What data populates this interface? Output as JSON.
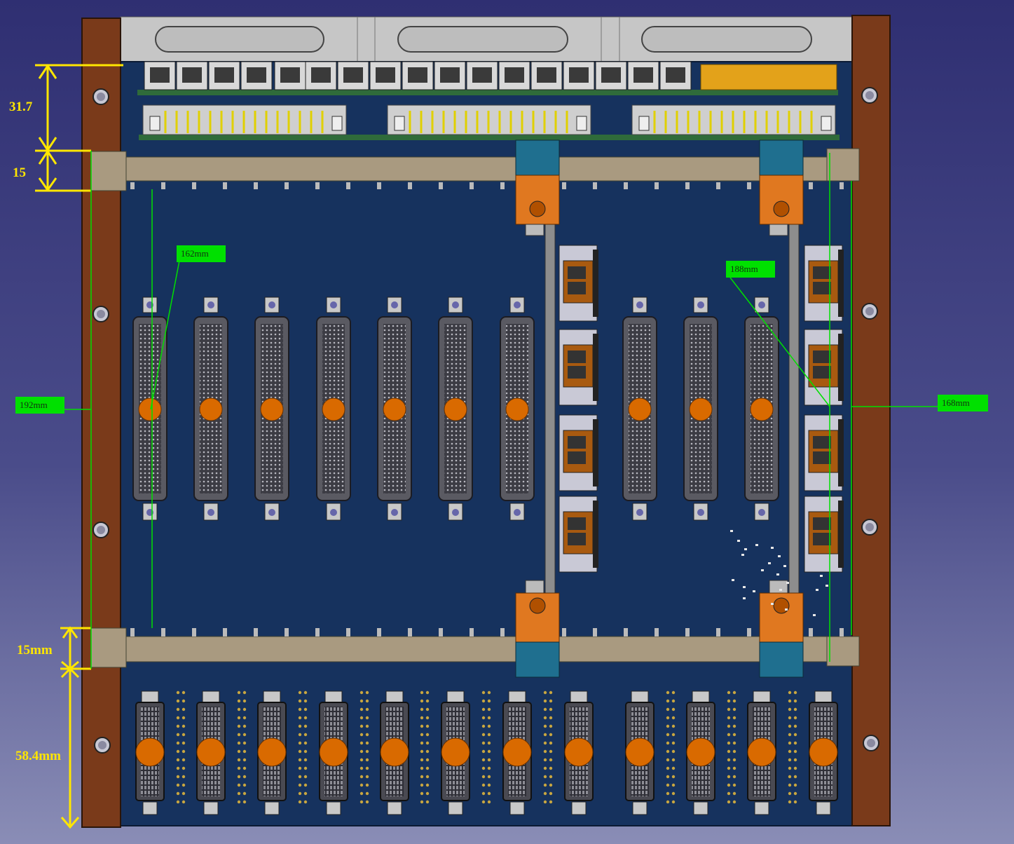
{
  "dimensions": {
    "top_height": "31.7",
    "upper_rail": "15",
    "lower_rail": "15mm",
    "bottom_height": "58.4mm",
    "left_span": "192mm",
    "inner_span": "162mm",
    "right_inner_span": "188mm",
    "right_span": "168mm"
  },
  "colors": {
    "board": "#16325e",
    "rail_wood": "#7a3a1a",
    "rail_tan": "#a99a80",
    "connector_orange": "#d96a00",
    "dim_yellow": "#ffe600",
    "dim_green": "#00e000",
    "clamp_orange": "#e07820",
    "clamp_teal": "#1f6f8f"
  },
  "icons": {
    "mount_hole": "mount-hole-icon",
    "screw": "screw-icon"
  }
}
